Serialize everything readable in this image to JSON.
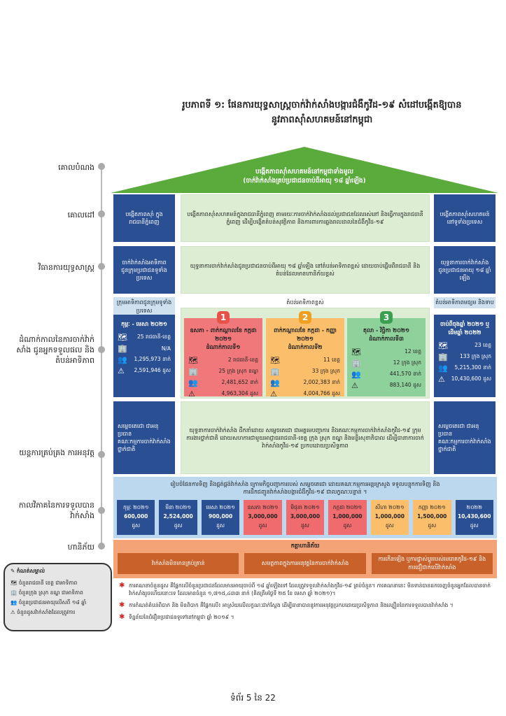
{
  "title": [
    "រូបភាពទី ១: ផែនការយុទ្ធសាស្ត្រចាក់វ៉ាក់សាំងបង្ការជំងឺកូវីដ-១៩ សំដៅបង្កើតឱ្យបាន",
    "នូវភាពស៊ាំសហគមន៍នៅកម្ពុជា"
  ],
  "labels": [
    "គោលបំណង",
    "គោលដៅ",
    "វិធានការយុទ្ធសាស្ត្រ",
    "ដំណាក់កាលនៃការចាក់វ៉ាក់សាំង ជូនអ្នកទទួលផល និង តំបន់អាទិភាព",
    "យន្តការគ្រប់គ្រង ការអនុវត្ត",
    "កាលវិភាគនៃការទទួលបានវ៉ាក់សាំង",
    "ហានិភ័យ"
  ],
  "roof": [
    "បង្កើតភាពស៊ាំសហគមន៍នៅកម្ពុជាទាំងមូល",
    "(ចាក់វ៉ាក់សាំងគ្រប់ប្រជាជនចាប់ពីអាយុ ១៨ ឆ្នាំឡើង)"
  ],
  "goal": {
    "left": "បង្កើតភាពស៊ាំ ក្នុងរាជធានីភ្នំពេញ",
    "center": "បង្កើតភាពស៊ាំសហគមន៍ក្នុងរាជធានីភ្នំពេញ តាមរយៈការចាក់វ៉ាក់សាំងដល់ប្រជាជនដែលរស់នៅ និងធ្វើការក្នុងរាជធានីភ្នំពេញ ដើម្បីបង្កើតតំបន់សុវត្ថិភាព និងការពារការឆ្លងរាលដាលនៃជំងឺកូវីដ-១៩",
    "right": "បង្កើតភាពស៊ាំសហគមន៍ នៅទូទាំងប្រទេស"
  },
  "strategy": {
    "left": "ចាក់វ៉ាក់សាំងអាទិភាព ជូនក្រុមប្រជាជនទូទាំងប្រទេស",
    "center": "យុទ្ធនាការចាក់វ៉ាក់សាំងជូនប្រជាជនចាប់ពីអាយុ ១៨ ឆ្នាំឡើង នៅតំបន់អាទិភាពខ្ពស់ ដោយចាប់ផ្តើមពីរាជធានី និងតំបន់ដែលមានហានិភ័យខ្ពស់",
    "right": "យុទ្ធនាការចាក់វ៉ាក់សាំង ជូនប្រជាជនអាយុ ១៨ ឆ្នាំឡើង"
  },
  "phases": {
    "left_header": "ក្រុមអាទិភាពជូនក្រុមទូទាំងប្រទេស",
    "center_header": "តំបន់អាទិភាពខ្ពស់",
    "right_header": "តំបន់អាទិភាពមធ្យម និងទាប",
    "left": {
      "period": "កុម្ភៈ - មេសា ២០២១",
      "provinces": "25 រាជធានី-ខេត្ត",
      "districts": "N/A",
      "people": "1,295,973 នាក់",
      "doses": "2,591,946 ដូស"
    },
    "zones": [
      {
        "n": "1",
        "color": "#e8504a",
        "bg": "#f0787a",
        "period": "ឧសភា - ពាក់កណ្តាលខែ កក្កដា ២០២១",
        "name": "ដំណាក់កាលទី១",
        "provinces": "2 រាជធានី-ខេត្ត",
        "districts": "25 ក្រុង ស្រុក ខណ្ឌ",
        "people": "2,481,652 នាក់",
        "doses": "4,963,304 ដូស"
      },
      {
        "n": "2",
        "color": "#f0a020",
        "bg": "#fbbf6b",
        "period": "ពាក់កណ្តាលខែ កក្កដា - កញ្ញា ២០២១",
        "name": "ដំណាក់កាលទី២",
        "provinces": "11 ខេត្ត",
        "districts": "33 ក្រុង ស្រុក",
        "people": "2,002,383 នាក់",
        "doses": "4,004,766 ដូស"
      },
      {
        "n": "3",
        "color": "#3aa050",
        "bg": "#8fd19a",
        "period": "តុលា - វិច្ឆិកា ២០២១",
        "name": "ដំណាក់កាលទី៣",
        "provinces": "12 ខេត្ត",
        "districts": "12 ក្រុង ស្រុក",
        "people": "441,570 នាក់",
        "doses": "883,140 ដូស"
      }
    ],
    "right": {
      "period": "ចាប់ពីចុងឆ្នាំ ២០២១ ឬ ដើមឆ្នាំ ២០២២",
      "provinces": "23 ខេត្ត",
      "districts": "133 ក្រុង ស្រុក",
      "people": "5,215,300 នាក់",
      "doses": "10,430,600 ដូស"
    }
  },
  "mechanism": {
    "left": [
      "សម្តេចតេជោ ជាអនុប្រធាន",
      "គណៈកម្មការចាក់វ៉ាក់សាំងថ្នាក់ជាតិ"
    ],
    "center": "យុទ្ធនាការចាក់វ៉ាក់សាំង ដឹកនាំដោយ សម្តេចតេជោ ជាអគ្គមេបញ្ជាការ និងគណៈកម្មការចាក់វ៉ាក់សាំងកូវីដ-១៩ ក្រុមការងារថ្នាក់ជាតិ ដោយសហការជាមួយអាជ្ញាធររាជធានី-ខេត្ត ក្រុង ស្រុក ខណ្ឌ និងមន្ទីរសុខាភិបាល ដើម្បីធានាការចាក់វ៉ាក់សាំងកូវីដ-១៩ ប្រកបដោយប្រសិទ្ធភាព",
    "right": [
      "សម្តេចតេជោ ជាអនុប្រធាន",
      "គណៈកម្មការចាក់វ៉ាក់សាំងថ្នាក់ជាតិ"
    ]
  },
  "schedule": {
    "text": "រៀបចំផែនការទិញ និងផ្គត់ផ្គង់វ៉ាក់សាំង ក្រោមកិច្ចបញ្ជាការរបស់ សម្តេចតេជោ ដោយគណៈកម្មការអន្តរក្រសួង ទទួលបន្ទុកការទិញ និងការដឹកជញ្ជូនវ៉ាក់សាំងបង្ការជំងឺកូវីដ-១៩ ជាលក្ខណៈបន្ទាន់ ។",
    "items": [
      {
        "month": "កុម្ភៈ ២០២១",
        "amount": "600,000",
        "unit": "ដូស",
        "bg": "#2a4f93",
        "fg": "#fff"
      },
      {
        "month": "មីនា ២០២១",
        "amount": "2,524,000",
        "unit": "ដូស",
        "bg": "#2a4f93",
        "fg": "#fff"
      },
      {
        "month": "មេសា ២០២១",
        "amount": "900,000",
        "unit": "ដូស",
        "bg": "#2a4f93",
        "fg": "#fff"
      },
      {
        "month": "ឧសភា ២០២១",
        "amount": "3,000,000",
        "unit": "ដូស",
        "bg": "#ef6b6d",
        "fg": "#222"
      },
      {
        "month": "មិថុនា ២០២១",
        "amount": "3,000,000",
        "unit": "ដូស",
        "bg": "#ef6b6d",
        "fg": "#222"
      },
      {
        "month": "កក្កដា ២០២១",
        "amount": "1,000,000",
        "unit": "ដូស",
        "bg": "#ef6b6d",
        "fg": "#222"
      },
      {
        "month": "សីហា ២០២១",
        "amount": "1,000,000",
        "unit": "ដូស",
        "bg": "#fbbf6b",
        "fg": "#222"
      },
      {
        "month": "កញ្ញា ២០២១",
        "amount": "1,500,000",
        "unit": "ដូស",
        "bg": "#fbbf6b",
        "fg": "#222"
      },
      {
        "month": "២០២២",
        "amount": "10,430,600",
        "unit": "ដូស",
        "bg": "#2a4f93",
        "fg": "#fff"
      }
    ]
  },
  "risks": {
    "title": "កត្តាហានិភ័យ",
    "items": [
      "វ៉ាក់សាំងមិនមានគ្រប់គ្រាន់",
      "សមត្ថភាពក្នុងការអនុវត្តនៃការចាក់វ៉ាក់សាំង",
      "ការកើនឡើង ឬការផ្លាស់ប្តូររបស់មេរោគកូវីដ-១៩ និងការជឿជាក់លើវ៉ាក់សាំង"
    ]
  },
  "legend": {
    "title": "កំណត់សម្គាល់",
    "items": [
      "ចំនួនរាជធានី ខេត្ត ជាអាទិភាព",
      "ចំនួនក្រុង ស្រុក ខណ្ឌ ជាអាទិភាព",
      "ចំនួនប្រជាជនអាយុលើសពី ១៨ ឆ្នាំ",
      "ចំនួនដូសវ៉ាក់សាំងដែលត្រូវការ"
    ]
  },
  "notes": [
    "ការគណនាចំនួនដូស គឺផ្អែកលើចំនួនប្រជាជនដែលមានអាយុចាប់ពី ១៨ ឆ្នាំឡើងទៅ ដែលត្រូវទទួលវ៉ាក់សាំងកូវីដ-១៩ គ្រប់ចំនួន។ ការគណនានេះ មិនទាន់បានដកចេញចំនួនអ្នកដែលបានចាក់វ៉ាក់សាំងរួចហើយនោះទេ ដែលមានចំនួន ១,៧១៥,៤៣៣ នាក់ (គិតត្រឹមថ្ងៃទី ២៥ ខែ មេសា ឆ្នាំ ២០២១)។",
    "ការកំណត់តំបន់ពិបាក និង មិនពិបាក គឺផ្អែកលើ៖ អាស្រ័យលើលក្ខណៈជាក់ស្តែង ដើម្បីធានាបាននូវការអនុវត្តប្រកបដោយប្រសិទ្ធភាព និងល្បឿននៃការទទួលបានវ៉ាក់សាំង ។",
    "ទិន្នន័យនៃជំរឿនប្រជាជនទូទៅនៅកម្ពុជា ឆ្នាំ ២០១៩ ។"
  ],
  "footer": "ទំព័រ 5 នៃ 22",
  "icons": {
    "province": "cambodia-map-icon",
    "district": "buildings-icon",
    "people": "people-icon",
    "doses": "vaccine-warning-icon"
  }
}
